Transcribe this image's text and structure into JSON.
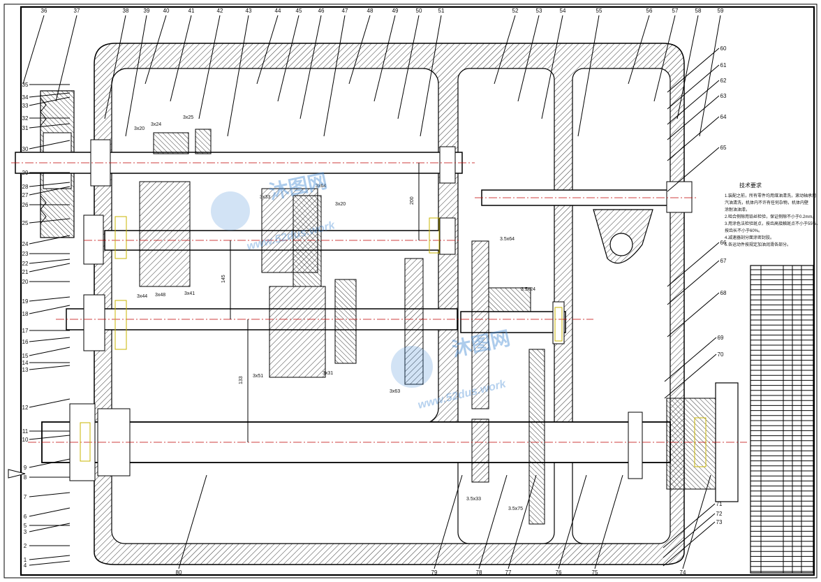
{
  "callouts_top": [
    "36",
    "37",
    "38",
    "39",
    "40",
    "41",
    "42",
    "43",
    "44",
    "45",
    "46",
    "47",
    "48",
    "49",
    "50",
    "51",
    "52",
    "53",
    "54",
    "55",
    "56",
    "57",
    "58",
    "59"
  ],
  "callouts_left": [
    "35",
    "34",
    "33",
    "32",
    "31",
    "30",
    "29",
    "28",
    "27",
    "26",
    "25",
    "24",
    "23",
    "22",
    "21",
    "20",
    "19",
    "18",
    "17",
    "16",
    "15",
    "14",
    "13",
    "12",
    "11",
    "10",
    "9",
    "8",
    "7",
    "6",
    "5",
    "4",
    "3",
    "2",
    "1"
  ],
  "callouts_right": [
    "60",
    "61",
    "62",
    "63",
    "64",
    "65",
    "66",
    "67",
    "68",
    "69",
    "70",
    "71",
    "72",
    "73"
  ],
  "callouts_bottom": [
    "80",
    "79",
    "78",
    "77",
    "76",
    "75",
    "74"
  ],
  "gear_labels": [
    "3x20",
    "3x24",
    "3x25",
    "3x64",
    "3x20",
    "3x33",
    "3x44",
    "3x48",
    "3x41",
    "3.5x64",
    "3.5x24",
    "3x51",
    "3x31",
    "3x63",
    "3.5x33",
    "3.5x75"
  ],
  "dimensions": [
    "200",
    "145",
    "133"
  ],
  "notes": {
    "title": "技术要求",
    "lines": [
      "1.装配之前，所有零件均用煤油清洗，滚动轴承用",
      "汽油清洗，机体内不许有任何杂物，机体内壁",
      "涂耐油油漆。",
      "2.啮合侧隙用铅丝检验，保证侧隙不小于0.2mm。",
      "3.用涂色法检验斑点，按齿高接触斑点不小于55%，",
      "按齿长不小于60%。",
      "4.减速器剖分面涂密封胶。",
      "5.各运动件按规定加油润滑各部分。"
    ]
  },
  "watermark": {
    "logo_text": "沐图网",
    "url_text": "www.52dus.work"
  }
}
